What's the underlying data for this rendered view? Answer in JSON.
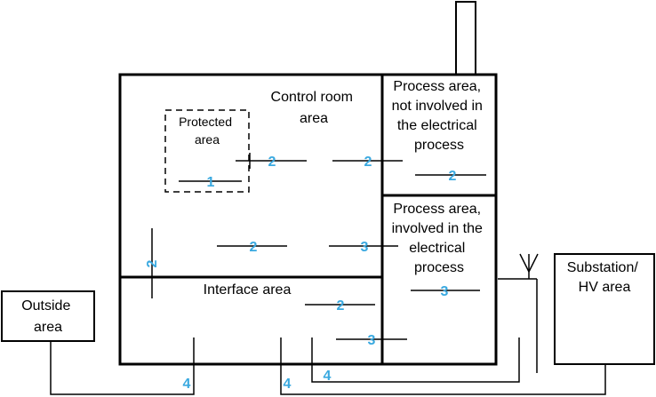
{
  "areas": {
    "control_room": [
      "Control room",
      "area"
    ],
    "protected": [
      "Protected",
      "area"
    ],
    "process_not_involved": [
      "Process area,",
      "not involved in",
      "the electrical",
      "process"
    ],
    "process_involved": [
      "Process area,",
      "involved in the",
      "electrical",
      "process"
    ],
    "interface": "Interface area",
    "outside": [
      "Outside",
      "area"
    ],
    "substation": [
      "Substation/",
      "HV area"
    ]
  },
  "zones": {
    "z1": "1",
    "z2": "2",
    "z3": "3",
    "z4": "4"
  },
  "colors": {
    "zone_number": "#3aa9e0",
    "line": "#000000"
  }
}
